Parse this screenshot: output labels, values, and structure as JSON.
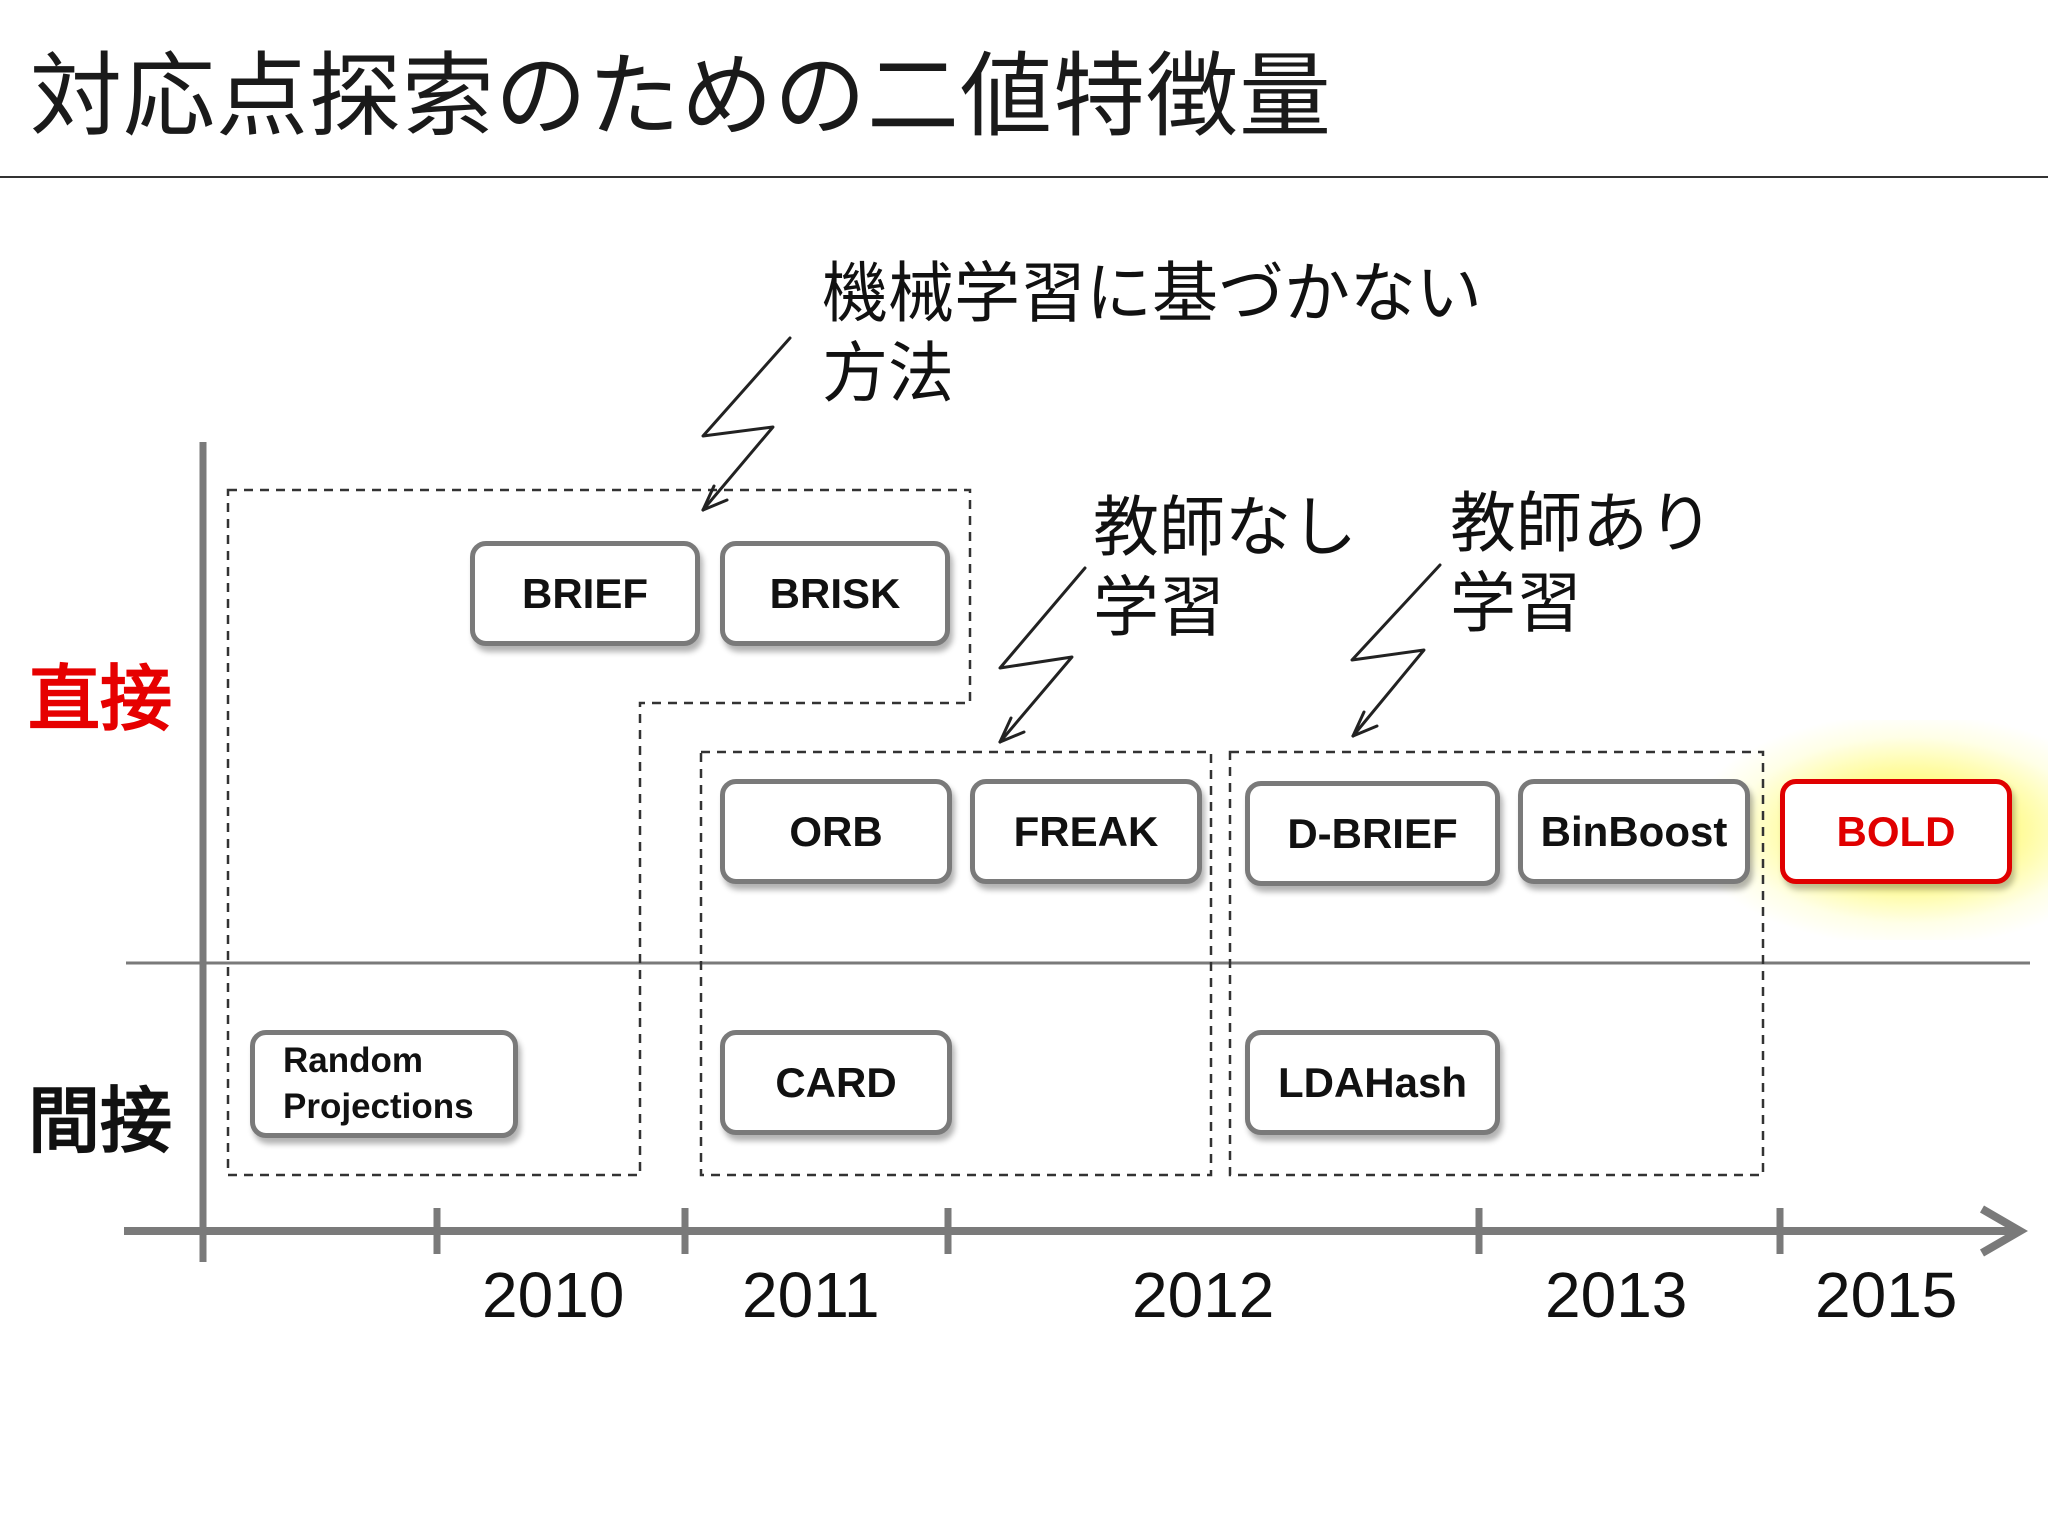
{
  "title": "対応点探索のための二値特徴量",
  "rows": {
    "direct": {
      "label": "直接",
      "color": "#e60000"
    },
    "indirect": {
      "label": "間接",
      "color": "#111111"
    }
  },
  "annotations": {
    "non_learning": [
      "機械学習に基づかない",
      "方法"
    ],
    "unsupervised": [
      "教師なし",
      "学習"
    ],
    "supervised": [
      "教師あり",
      "学習"
    ]
  },
  "methods": {
    "brief": "BRIEF",
    "brisk": "BRISK",
    "orb": "ORB",
    "freak": "FREAK",
    "dbrief": "D-BRIEF",
    "binboost": "BinBoost",
    "bold": "BOLD",
    "random_projections": [
      "Random",
      "Projections"
    ],
    "card": "CARD",
    "ldahash": "LDAHash"
  },
  "years": [
    "2010",
    "2011",
    "2012",
    "2013",
    "2015"
  ],
  "colors": {
    "axis": "#7a7a7a",
    "highlight": "#e00000",
    "glow": "#fff64a"
  }
}
